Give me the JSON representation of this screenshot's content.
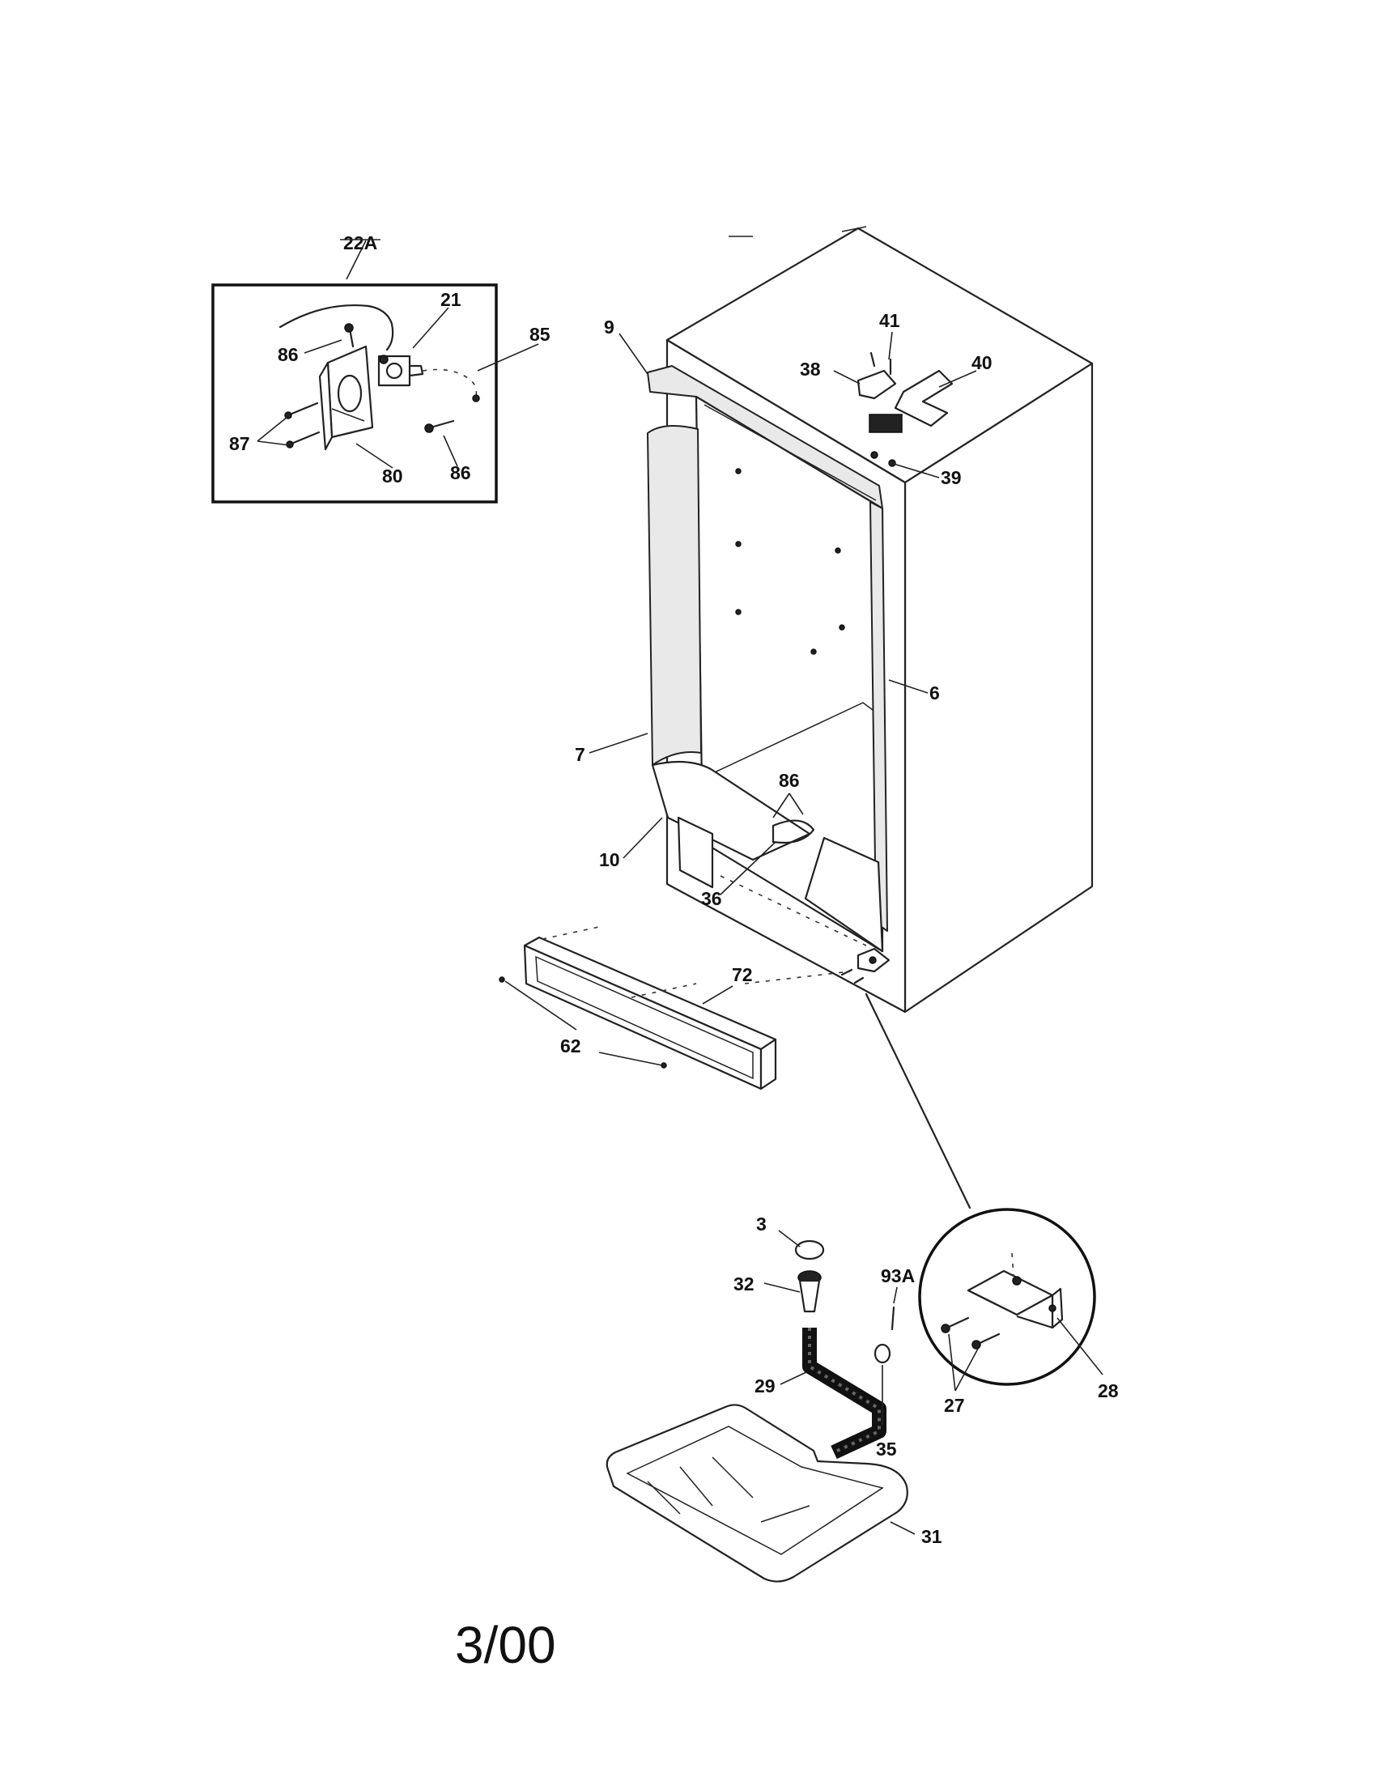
{
  "labels": {
    "p22a": "22A",
    "p21": "21",
    "p86_a": "86",
    "p85": "85",
    "p87": "87",
    "p80": "80",
    "p86_b": "86",
    "p9": "9",
    "p41": "41",
    "p38": "38",
    "p40": "40",
    "p39": "39",
    "p6": "6",
    "p7": "7",
    "p86_c": "86",
    "p10": "10",
    "p36": "36",
    "p72": "72",
    "p62": "62",
    "p3": "3",
    "p32": "32",
    "p93a": "93A",
    "p29": "29",
    "p35": "35",
    "p31": "31",
    "p27": "27",
    "p28": "28"
  },
  "page_date": "3/00",
  "icons": {
    "inset_valve": "water-valve-assembly-icon",
    "cabinet": "refrigerator-cabinet-icon",
    "drain_pan": "drain-pan-icon"
  }
}
